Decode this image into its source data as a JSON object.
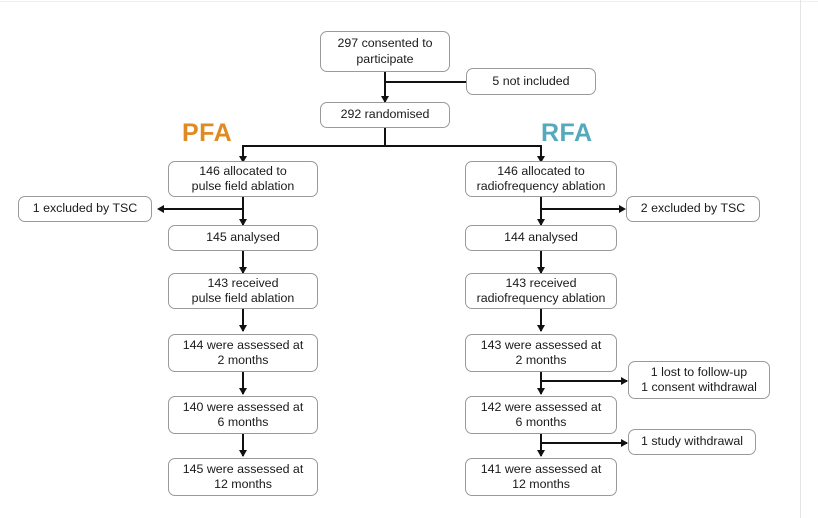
{
  "diagram": {
    "title": "CONSORT participant flow diagram",
    "arms": [
      {
        "id": "pfa",
        "label": "PFA",
        "color": "#E08A22"
      },
      {
        "id": "rfa",
        "label": "RFA",
        "color": "#55A9BC"
      }
    ],
    "nodes": {
      "consented": {
        "text": "297 consented to\nparticipate"
      },
      "not_included": {
        "text": "5 not included"
      },
      "randomised": {
        "text": "292 randomised"
      },
      "pfa_allocated": {
        "text": "146 allocated to\npulse field ablation"
      },
      "pfa_excluded": {
        "text": "1 excluded by TSC"
      },
      "pfa_analysed": {
        "text": "145 analysed"
      },
      "pfa_received": {
        "text": "143 received\npulse field ablation"
      },
      "pfa_m2": {
        "text": "144 were assessed at\n2 months"
      },
      "pfa_m6": {
        "text": "140 were assessed at\n6 months"
      },
      "pfa_m12": {
        "text": "145 were assessed at\n12 months"
      },
      "rfa_allocated": {
        "text": "146 allocated to\nradiofrequency ablation"
      },
      "rfa_excluded": {
        "text": "2 excluded by TSC"
      },
      "rfa_analysed": {
        "text": "144 analysed"
      },
      "rfa_received": {
        "text": "143 received\nradiofrequency ablation"
      },
      "rfa_m2": {
        "text": "143 were assessed at\n2 months"
      },
      "rfa_lost_m2": {
        "text": "1 lost to follow-up\n1 consent withdrawal"
      },
      "rfa_m6": {
        "text": "142 were assessed at\n6 months"
      },
      "rfa_lost_m6": {
        "text": "1 study withdrawal"
      },
      "rfa_m12": {
        "text": "141 were assessed at\n12 months"
      }
    }
  }
}
